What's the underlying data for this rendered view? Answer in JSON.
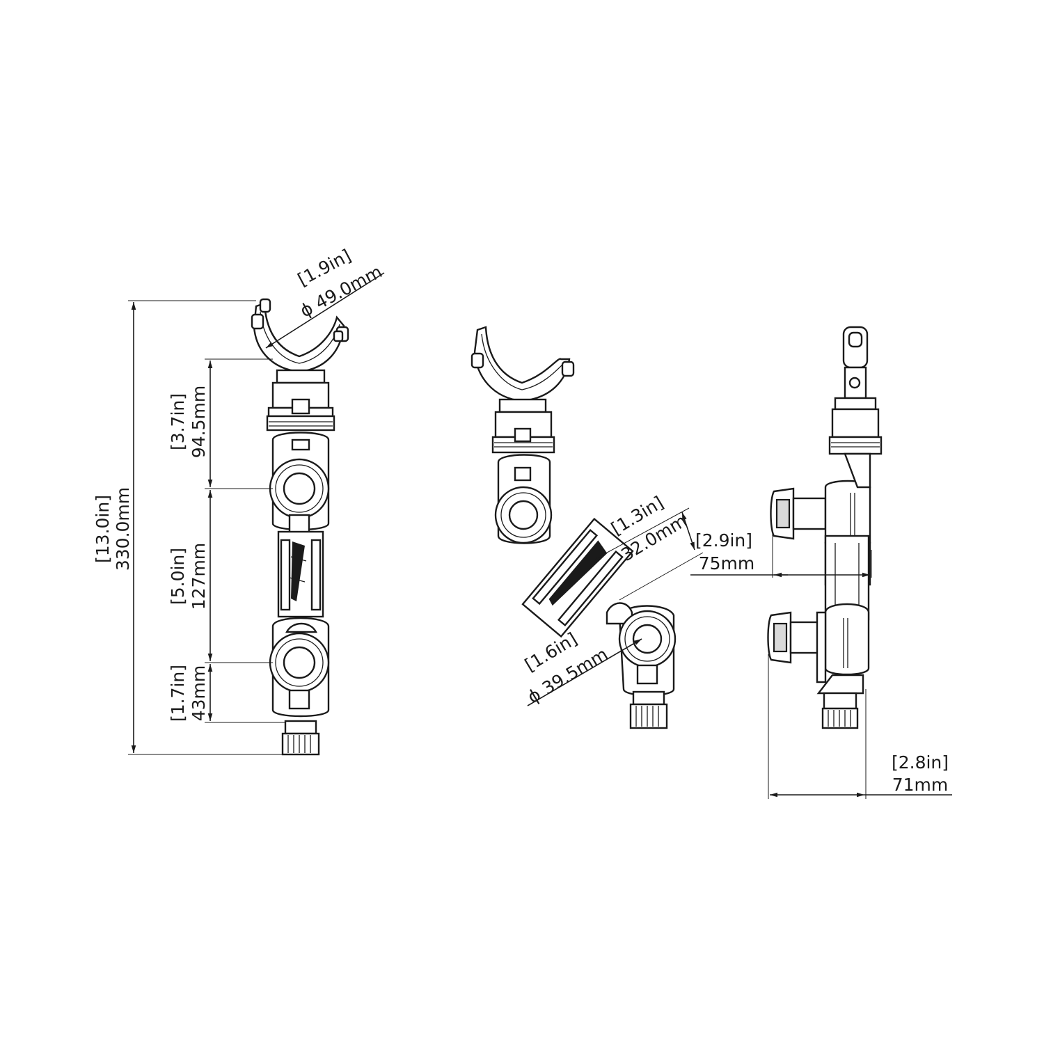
{
  "views": {
    "front": {
      "overall_height": {
        "inch": "[13.0in]",
        "mm": "330.0mm"
      },
      "clamp_diameter": {
        "inch": "[1.9in]",
        "mm": "ϕ 49.0mm"
      },
      "upper_segment": {
        "inch": "[3.7in]",
        "mm": "94.5mm"
      },
      "middle_segment": {
        "inch": "[5.0in]",
        "mm": "127mm"
      },
      "lower_segment": {
        "inch": "[1.7in]",
        "mm": "43mm"
      }
    },
    "angled": {
      "arm_width": {
        "inch": "[1.3in]",
        "mm": "32.0mm"
      },
      "knob_diameter": {
        "inch": "[1.6in]",
        "mm": "ϕ 39.5mm"
      }
    },
    "side": {
      "upper_knob_depth": {
        "inch": "[2.9in]",
        "mm": "75mm"
      },
      "lower_knob_depth": {
        "inch": "[2.8in]",
        "mm": "71mm"
      }
    }
  },
  "colors": {
    "line": "#1a1a1a",
    "shade": "#d9d9d9",
    "background": "#ffffff"
  }
}
